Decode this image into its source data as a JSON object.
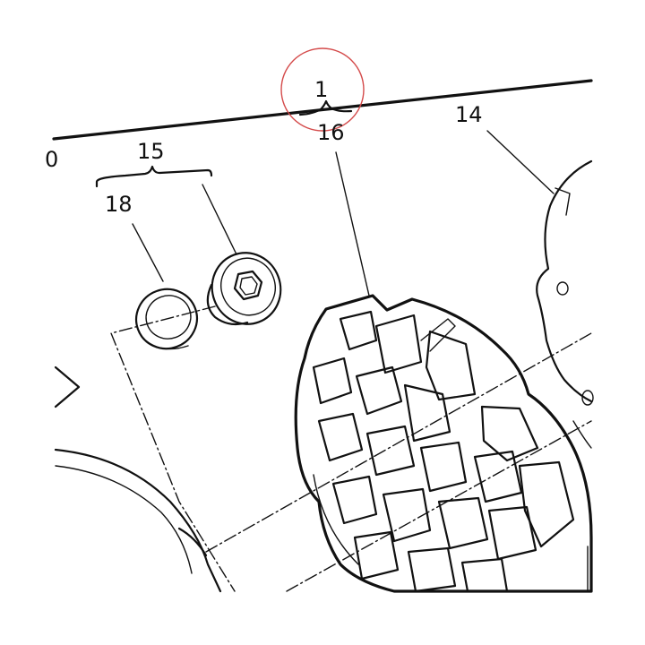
{
  "colors": {
    "ink": "#111111",
    "highlight_circle": "#d44a4a",
    "paper": "#ffffff"
  },
  "callouts": {
    "assembly": "1",
    "cover_plate": "14",
    "bolt_assembly": "15",
    "impeller": "16",
    "washer": "18",
    "clipped_left": "0"
  }
}
